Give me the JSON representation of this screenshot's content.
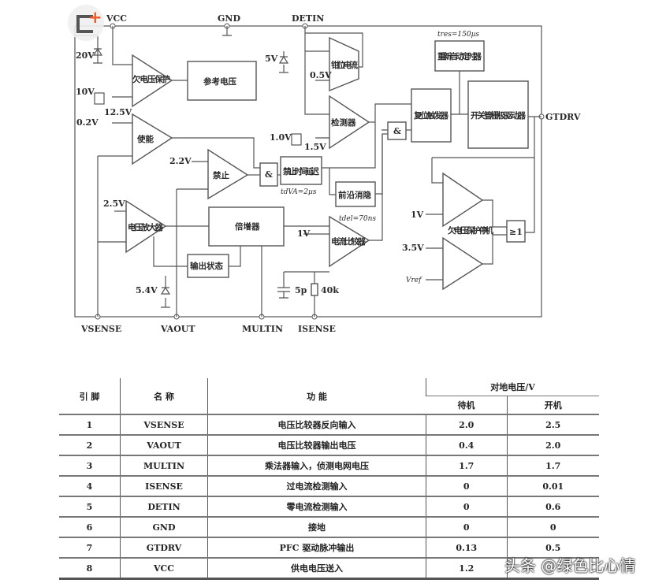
{
  "diagram": {
    "pins": {
      "vcc": "VCC",
      "gnd": "GND",
      "detin": "DETIN",
      "gtdrv": "GTDRV",
      "vsense": "VSENSE",
      "vaout": "VAOUT",
      "multin": "MULTIN",
      "isense": "ISENSE"
    },
    "voltages": {
      "z20": "20V",
      "v10": "10V",
      "v125": "12.5V",
      "v02": "0.2V",
      "v22": "2.2V",
      "v25": "2.5V",
      "z54": "5.4V",
      "z5": "5V",
      "v05": "0.5V",
      "v10b": "1.0V",
      "v15": "1.5V",
      "v1a": "1V",
      "v1b": "1V",
      "v35": "3.5V",
      "vref": "Vref"
    },
    "blocks": {
      "uvlo": "欠电压保护",
      "ref": "参考电压",
      "enable": "使能",
      "inhibit": "禁止",
      "and1": "&",
      "delay": "禁止时间延迟",
      "tdva": "tdVA=2µs",
      "blanking": "前沿消隐",
      "clamp": "钳位电流",
      "detector": "检测器",
      "and2": "&",
      "flipflop": "复位触发器",
      "restart": "重新启动定时器",
      "tres": "tres=150µs",
      "driver": "开关管栅极驱动器",
      "uvshutdown": "欠电压保护停机",
      "or": "≥1",
      "curcomp": "电流比较器",
      "tdel": "tdel=70ns",
      "multiplier": "倍增器",
      "vamp": "电压放大器",
      "outstate": "输出状态",
      "cap": "5p",
      "res": "40k"
    }
  },
  "table": {
    "headers": {
      "pin": "引 脚",
      "name": "名 称",
      "func": "功 能",
      "voltage": "对地电压/V",
      "standby": "待机",
      "on": "开机"
    },
    "rows": [
      {
        "pin": "1",
        "name": "VSENSE",
        "func": "电压比较器反向输入",
        "standby": "2.0",
        "on": "2.5"
      },
      {
        "pin": "2",
        "name": "VAOUT",
        "func": "电压比较器输出电压",
        "standby": "0.4",
        "on": "2.0"
      },
      {
        "pin": "3",
        "name": "MULTIN",
        "func": "乘法器输入，侦测电网电压",
        "standby": "1.7",
        "on": "1.7"
      },
      {
        "pin": "4",
        "name": "ISENSE",
        "func": "过电流检测输入",
        "standby": "0",
        "on": "0.01"
      },
      {
        "pin": "5",
        "name": "DETIN",
        "func": "零电流检测输入",
        "standby": "0",
        "on": "0.6"
      },
      {
        "pin": "6",
        "name": "GND",
        "func": "接地",
        "standby": "0",
        "on": "0"
      },
      {
        "pin": "7",
        "name": "GTDRV",
        "func": "PFC 驱动脉冲输出",
        "standby": "0.13",
        "on": "0.5"
      },
      {
        "pin": "8",
        "name": "VCC",
        "func": "供电电压送入",
        "standby": "1.2",
        "on": ""
      }
    ]
  },
  "watermark": "头条 @绿色比心情"
}
